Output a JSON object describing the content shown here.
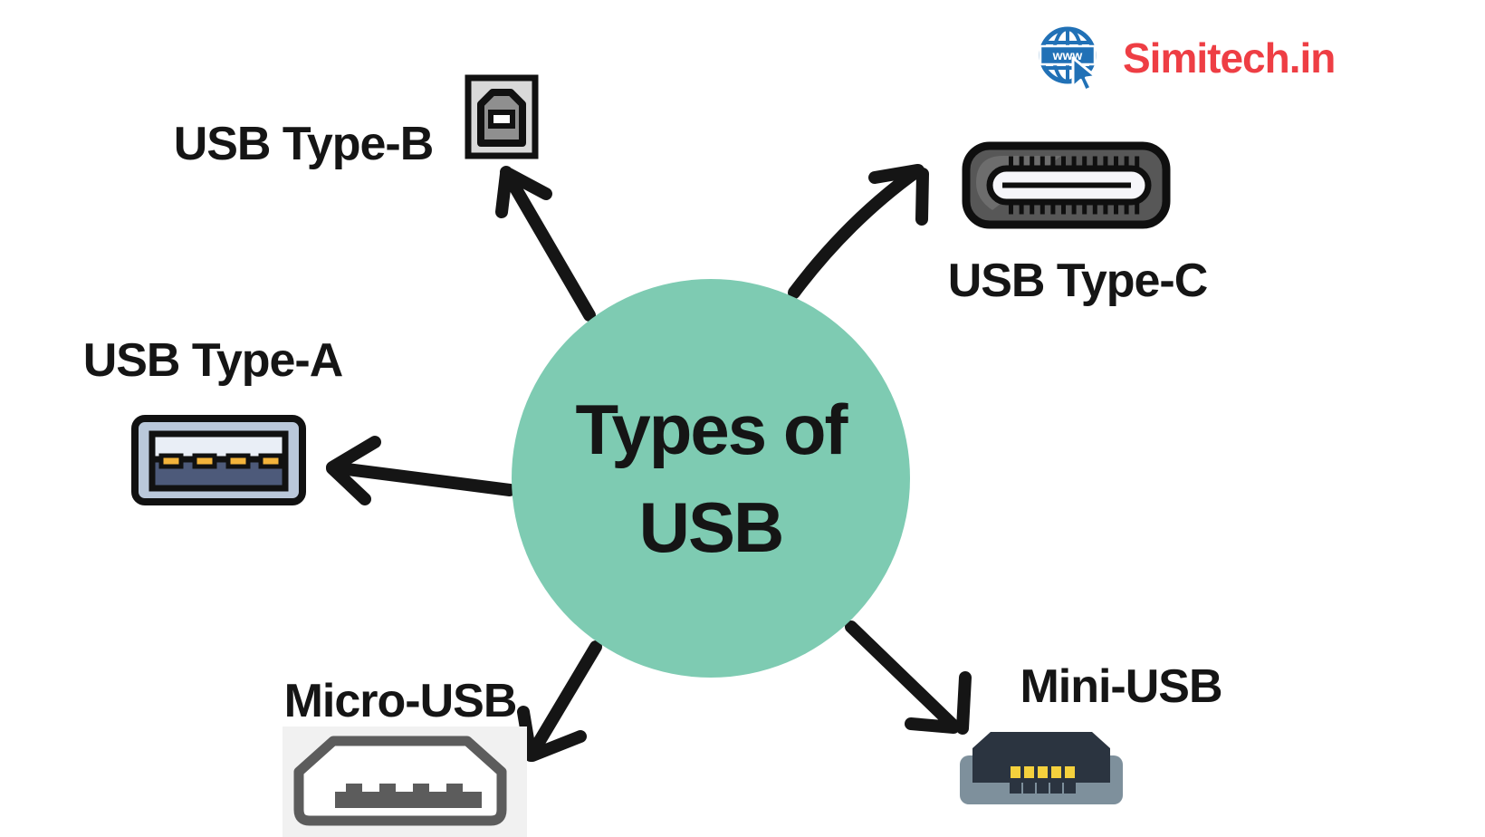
{
  "diagram": {
    "title_line1": "Types of",
    "title_line2": "USB",
    "center_fill": "#7ecbb2",
    "text_color": "#151515",
    "arrow_color": "#151515",
    "background": "#ffffff"
  },
  "brand": {
    "name": "Simitech.in",
    "color": "#ee3e44",
    "globe_color": "#2171b6",
    "globe_label": "www"
  },
  "nodes": [
    {
      "id": "usb-type-b",
      "label": "USB Type-B",
      "position": "top-left"
    },
    {
      "id": "usb-type-c",
      "label": "USB Type-C",
      "position": "top-right"
    },
    {
      "id": "usb-type-a",
      "label": "USB Type-A",
      "position": "left"
    },
    {
      "id": "micro-usb",
      "label": "Micro-USB",
      "position": "bottom-left"
    },
    {
      "id": "mini-usb",
      "label": "Mini-USB",
      "position": "bottom-right"
    }
  ],
  "icon_colors": {
    "type_a_shell": "#bac8da",
    "type_a_slot_top": "#e9eef6",
    "type_a_slot_bottom": "#4d5a7a",
    "type_a_pins": "#f3b33b",
    "type_b_shell": "#d9d9d9",
    "type_b_plug": "#8f8f8f",
    "type_c_body": "#575757",
    "type_c_pill": "#f6f6fa",
    "micro_outline": "#5c5c5c",
    "micro_background": "#f1f1f1",
    "mini_base": "#7e909c",
    "mini_plug": "#2b3440",
    "mini_pins": "#f5d13d"
  }
}
